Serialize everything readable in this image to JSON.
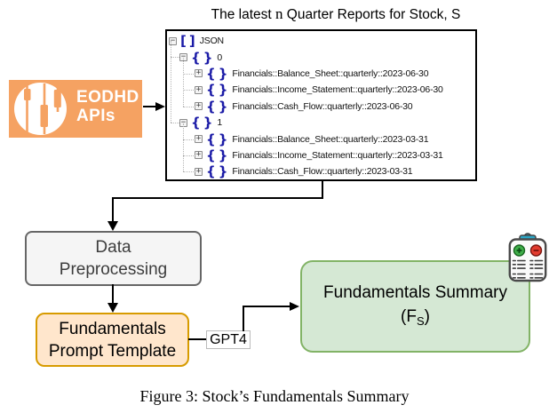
{
  "title": {
    "prefix": "The latest ",
    "n": "n",
    "suffix": " Quarter Reports for Stock, S"
  },
  "eodhd": {
    "line1": "EODHD",
    "line2": "APIs",
    "logo_icon": "candlestick-chart-icon"
  },
  "tree": {
    "rows": [
      {
        "label": "JSON",
        "level": 0,
        "expand": "minus",
        "bracket": "square"
      },
      {
        "label": "0",
        "level": 1,
        "expand": "minus",
        "bracket": "curly"
      },
      {
        "label": "Financials::Balance_Sheet::quarterly::2023-06-30",
        "level": 2,
        "expand": "plus",
        "bracket": "curly"
      },
      {
        "label": "Financials::Income_Statement::quarterly::2023-06-30",
        "level": 2,
        "expand": "plus",
        "bracket": "curly"
      },
      {
        "label": "Financials::Cash_Flow::quarterly::2023-06-30",
        "level": 2,
        "expand": "plus",
        "bracket": "curly"
      },
      {
        "label": "1",
        "level": 1,
        "expand": "minus",
        "bracket": "curly"
      },
      {
        "label": "Financials::Balance_Sheet::quarterly::2023-03-31",
        "level": 2,
        "expand": "plus",
        "bracket": "curly"
      },
      {
        "label": "Financials::Income_Statement::quarterly::2023-03-31",
        "level": 2,
        "expand": "plus",
        "bracket": "curly"
      },
      {
        "label": "Financials::Cash_Flow::quarterly::2023-03-31",
        "level": 2,
        "expand": "plus",
        "bracket": "curly"
      }
    ]
  },
  "nodes": {
    "preprocessing": {
      "line1": "Data",
      "line2": "Preprocessing"
    },
    "prompt_template": {
      "line1": "Fundamentals",
      "line2": "Prompt Template"
    },
    "gpt4_label": "GPT4",
    "summary": {
      "line1": "Fundamentals Summary",
      "f_open": "(F",
      "f_sub": "S",
      "f_close": ")",
      "icon": "clipboard-summary-icon"
    }
  },
  "caption": "Figure 3: Stock’s Fundamentals Summary",
  "colors": {
    "eodhd_orange": "#f5a262",
    "tree_bracket_navy": "#1b1ba7",
    "preprocessing_fill": "#f5f5f5",
    "preprocessing_border": "#666666",
    "prompt_fill": "#ffe6cc",
    "prompt_border": "#d79b00",
    "summary_fill": "#d5e8d4",
    "summary_border": "#82b366",
    "arrow": "#000000"
  }
}
